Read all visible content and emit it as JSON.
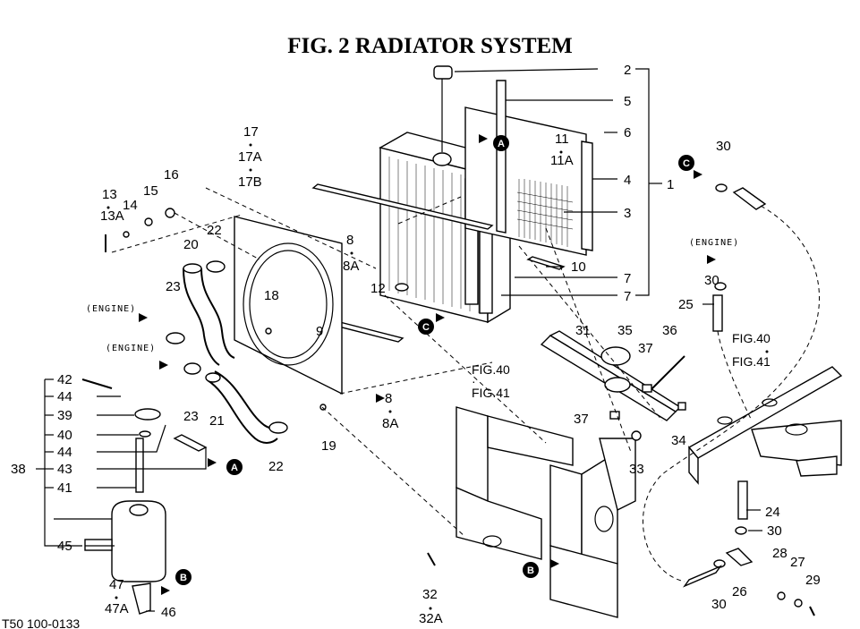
{
  "title": "FIG. 2  RADIATOR SYSTEM",
  "engine_label": "(ENGINE)",
  "fig_ref_1": "FIG.40",
  "fig_ref_2": "FIG.41",
  "connectors": {
    "a": "A",
    "b": "B",
    "c": "C"
  },
  "footer_code": "T50 100-0133",
  "callouts": {
    "p1": "1",
    "p2": "2",
    "p3": "3",
    "p4": "4",
    "p5": "5",
    "p6": "6",
    "p7": "7",
    "p8": "8",
    "p8a": "8A",
    "p9": "9",
    "p10": "10",
    "p11": "11",
    "p11a": "11A",
    "p12": "12",
    "p13": "13",
    "p13a": "13A",
    "p14": "14",
    "p15": "15",
    "p16": "16",
    "p17": "17",
    "p17a": "17A",
    "p17b": "17B",
    "p18": "18",
    "p19": "19",
    "p20": "20",
    "p21": "21",
    "p22": "22",
    "p23": "23",
    "p24": "24",
    "p25": "25",
    "p26": "26",
    "p27": "27",
    "p28": "28",
    "p29": "29",
    "p30": "30",
    "p31": "31",
    "p32": "32",
    "p32a": "32A",
    "p33": "33",
    "p34": "34",
    "p35": "35",
    "p36": "36",
    "p37": "37",
    "p38": "38",
    "p39": "39",
    "p40": "40",
    "p41": "41",
    "p42": "42",
    "p43": "43",
    "p44": "44",
    "p45": "45",
    "p46": "46",
    "p47": "47",
    "p47a": "47A"
  }
}
